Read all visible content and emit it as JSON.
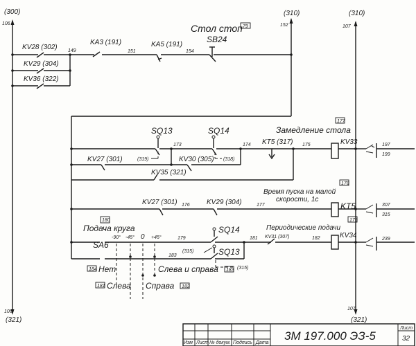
{
  "rails": {
    "left_top": "(300)",
    "left_top_wire": "106",
    "mid_top": "(310)",
    "mid_top_wire": "152",
    "right_top": "(310)",
    "right_top_wire": "107",
    "left_bottom": "(321)",
    "left_bottom_wire": "106",
    "right_bottom": "(321)",
    "right_bottom_wire": "107"
  },
  "contacts": {
    "kv28": "KV28 (302)",
    "kv29a": "KV29 (304)",
    "kv36": "KV36 (322)",
    "ka3": "KA3 (191)",
    "ka5": "KA5 (191)",
    "sb24": "SB24",
    "sq13a": "SQ13",
    "sq14a": "SQ14",
    "kv27a": "KV27 (301)",
    "kv30": "KV30 (305)",
    "ref319": "(319)",
    "ref318": "(318)",
    "kt5c": "KT5 (317)",
    "kv35": "KV35 (321)",
    "kv27b": "KV27 (301)",
    "kv29b": "KV29 (304)",
    "sq14b": "SQ14",
    "sq13b": "SQ13",
    "ref315a": "(315)",
    "ref315b": "(315)",
    "kv31": "KV31 (307)",
    "sa6": "SA6"
  },
  "wires": {
    "w149": "149",
    "w151": "151",
    "w154": "154",
    "w173": "173",
    "w174": "174",
    "w175": "175",
    "w176": "176",
    "w177": "177",
    "w179": "179",
    "w181": "181",
    "w182": "182",
    "w183": "183"
  },
  "coils": {
    "kv33": "KV33",
    "kt5": "KT5",
    "kv34": "KV34"
  },
  "notes": {
    "stol_stop": "Стол стоп",
    "stol_stop_ref": "79",
    "zamedlenie": "Замедление  стола",
    "zam_ref": "177",
    "vremya1": "Время пуска на малой",
    "vremya2": "скорости, 1с",
    "vremya_ref": "178",
    "periodic": "Периодические подачи",
    "periodic_ref": "179",
    "podacha": "Подача круга",
    "podacha_ref": "180",
    "angles": [
      "-90°",
      "-45°",
      "0",
      "+45°"
    ],
    "net": "Нет",
    "net_ref": "184",
    "sleva": "Слева",
    "sleva_ref": "181",
    "sprava": "Справа",
    "sprava_ref": "182",
    "sleva_sprava": "Слева и справа",
    "sleva_sprava_ref": "183"
  },
  "terminals": {
    "kv33": [
      "197",
      "199"
    ],
    "kt5": [
      "307",
      "315"
    ],
    "kv34": [
      "239"
    ]
  },
  "title_block": {
    "code": "3М 197.000 ЭЗ-5",
    "sheet_label": "Лист",
    "sheet": "32",
    "cols": [
      "Изм",
      "Лист",
      "№ докум.",
      "Подпись",
      "Дата"
    ]
  }
}
